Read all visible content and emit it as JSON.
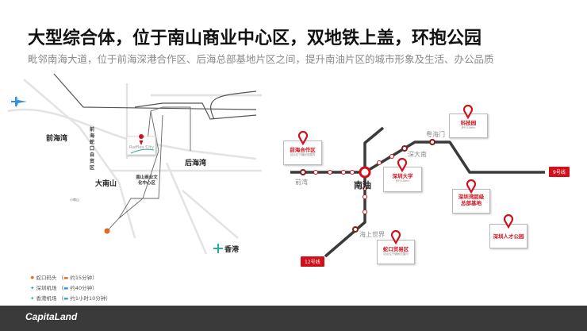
{
  "header": {
    "title": "大型综合体，位于南山商业中心区，双地铁上盖，环抱公园",
    "subtitle": "毗邻南海大道，位于前海深港合作区、后海总部基地片区之间，提升南油片区的城市形象及生活、办公品质"
  },
  "area_map": {
    "labels": {
      "qianhaiwan": "前海湾",
      "houhaiwan": "后海湾",
      "dananshan": "大南山",
      "xiaonanshan": "小南山",
      "center": "南山商业文化中心区",
      "hongkong": "香港",
      "ziyouqu": "前海蛇口自贸区"
    },
    "project_logo": "Raffles City",
    "legend": [
      {
        "place": "蛇口码头",
        "time": "约15分钟",
        "color": "#e06a1b"
      },
      {
        "place": "深圳机场",
        "time": "约40分钟",
        "color": "#2f8fe0"
      },
      {
        "place": "香港机场",
        "time": "约1小时10分钟",
        "color": "#2bab98"
      }
    ]
  },
  "metro_map": {
    "stations": {
      "qianwan": "前湾",
      "nanyou": "南油",
      "shendanan": "深大南",
      "yuehaimen": "粤海门",
      "haishangshijie": "海上世界"
    },
    "lines": [
      "9号线",
      "12号线"
    ],
    "callouts": [
      {
        "name": "前海合作区",
        "note": "站点位于辐射范围内"
      },
      {
        "name": "深圳大学",
        "note": "步行10min"
      },
      {
        "name": "科技园",
        "note": "步行10min"
      },
      {
        "name": "深圳湾超级总部基地",
        "note": ""
      },
      {
        "name": "深圳人才公园",
        "note": ""
      },
      {
        "name": "蛇口贸易区",
        "note": "站点位于辐射范围内"
      }
    ],
    "colors": {
      "accent": "#d0101b",
      "line": "#3a3a3a"
    }
  },
  "footer": {
    "logo": "CapitaLand"
  }
}
